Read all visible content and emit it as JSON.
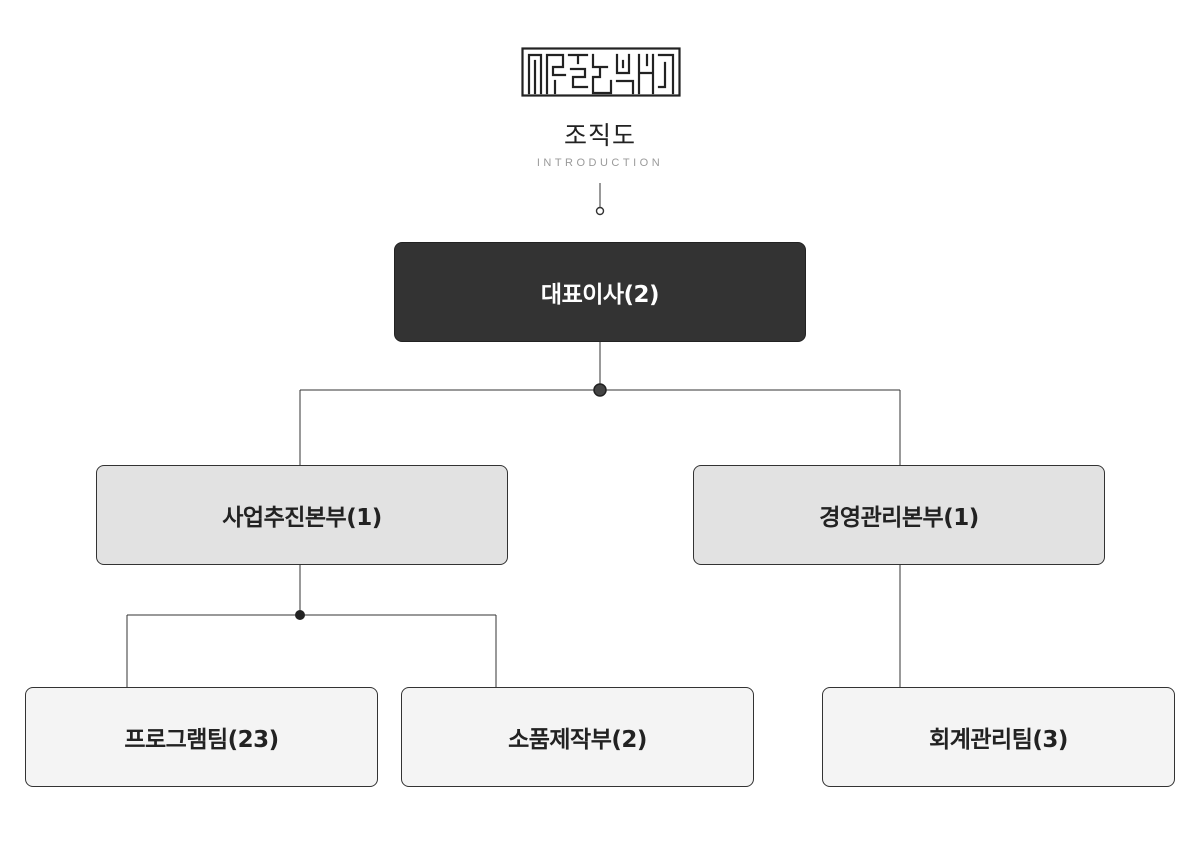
{
  "logo": {
    "text": "매드몬스터",
    "icon": "maze-lettering-logo"
  },
  "header": {
    "title": "조직도",
    "subtitle": "INTRODUCTION"
  },
  "org": {
    "ceo": {
      "label": "대표이사(2)"
    },
    "divisions": [
      {
        "label": "사업추진본부(1)",
        "teams": [
          {
            "label": "프로그램팀(23)"
          },
          {
            "label": "소품제작부(2)"
          }
        ]
      },
      {
        "label": "경영관리본부(1)",
        "teams": [
          {
            "label": "회계관리팀(3)"
          }
        ]
      }
    ]
  },
  "colors": {
    "ceo_fill": "#333333",
    "division_fill": "#e2e2e2",
    "team_fill": "#f4f4f4",
    "line": "#333333",
    "subtitle": "#9a9a9a"
  }
}
